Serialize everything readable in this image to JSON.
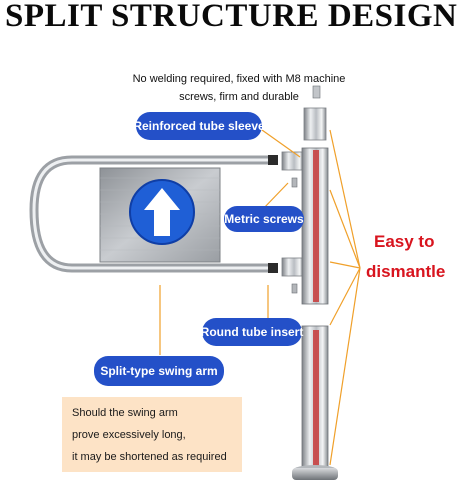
{
  "title": "SPLIT STRUCTURE DESIGN",
  "top_caption": {
    "line1": "No welding required, fixed with M8 machine",
    "line2": "screws, firm and durable"
  },
  "labels": {
    "reinforced_sleeve": "Reinforced tube sleeve",
    "metric_screws": "Metric screws",
    "round_tube_insert": "Round tube insert",
    "split_swing_arm": "Split-type swing arm"
  },
  "note": {
    "line1": "Should the swing arm",
    "line2": "prove excessively long,",
    "line3": "it may be shortened as required"
  },
  "callout": {
    "line1": "Easy to",
    "line2": "dismantle"
  },
  "colors": {
    "pill_blue": "#2450c8",
    "leader_orange": "#f0a02a",
    "callout_red": "#d8141e",
    "note_bg": "#fde3c6",
    "arrow_circle": "#1f5fd6"
  },
  "icons": {
    "panel_arrow": "arrow-up-icon"
  }
}
